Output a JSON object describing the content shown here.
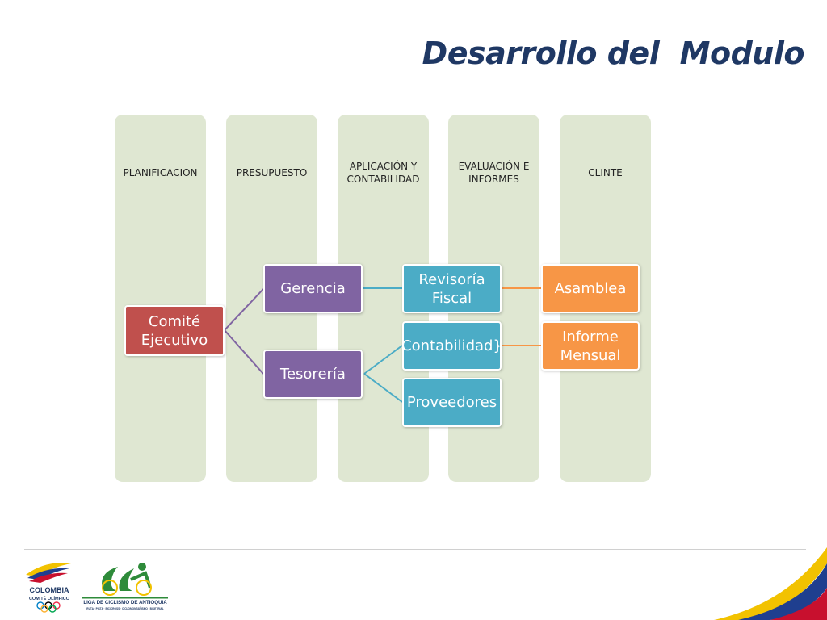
{
  "slide": {
    "title": "Desarrollo del  Modulo"
  },
  "lanes": [
    {
      "label": "PLANIFICACION"
    },
    {
      "label": "PRESUPUESTO"
    },
    {
      "label": "APLICACIÓN Y CONTABILIDAD"
    },
    {
      "label": "EVALUACIÓN E INFORMES"
    },
    {
      "label": "CLINTE"
    }
  ],
  "nodes": {
    "comite": "Comité Ejecutivo",
    "gerencia": "Gerencia",
    "tesoreria": "Tesorería",
    "revisoria": "Revisoría Fiscal",
    "contabilidad": "Contabilidad}",
    "proveedores": "Proveedores",
    "asamblea": "Asamblea",
    "informe": "Informe Mensual"
  },
  "logos": {
    "colombia_line1": "COLOMBIA",
    "colombia_line2": "COMITÉ OLÍMPICO",
    "liga_line1": "LIGA DE CICLISMO DE ANTIOQUIA",
    "liga_line2": "RUTA · PISTA · BICICROSS · CICLOMONTAÑISMO · BIKETRIAL"
  },
  "colors": {
    "title": "#1f3864",
    "lane": "#dfe7d2",
    "red": "#c0504d",
    "purple": "#8064a2",
    "blue": "#4bacc6",
    "orange": "#f79646"
  }
}
